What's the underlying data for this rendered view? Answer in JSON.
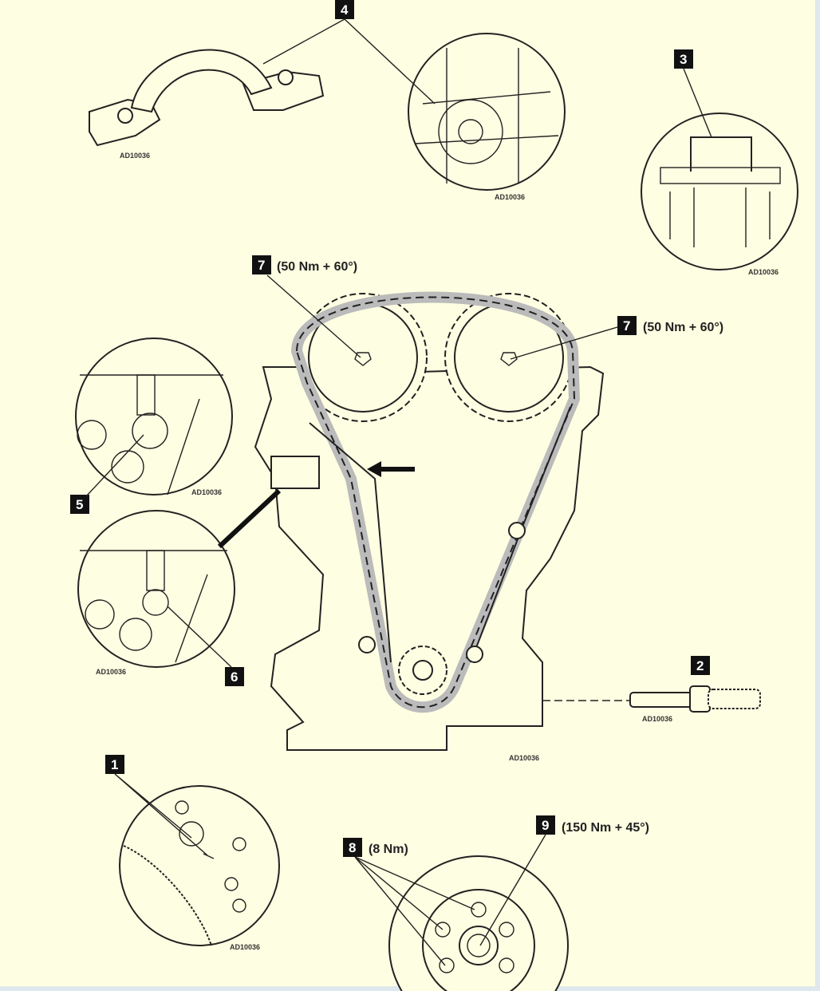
{
  "callouts": {
    "c1": "1",
    "c2": "2",
    "c3": "3",
    "c4": "4",
    "c5": "5",
    "c6": "6",
    "c7a": "7",
    "c7b": "7",
    "c8": "8",
    "c9": "9"
  },
  "torques": {
    "t7a": "(50 Nm + 60°)",
    "t7b": "(50 Nm + 60°)",
    "t8": "(8 Nm)",
    "t9": "(150 Nm + 45°)"
  },
  "figure_codes": [
    "AD10036",
    "AD10036",
    "AD10036",
    "AD10036",
    "AD10036",
    "AD10036",
    "AD10036",
    "AD10036"
  ],
  "colors": {
    "background": "#fefee2",
    "line": "#222222",
    "callout_box": "#111111"
  }
}
